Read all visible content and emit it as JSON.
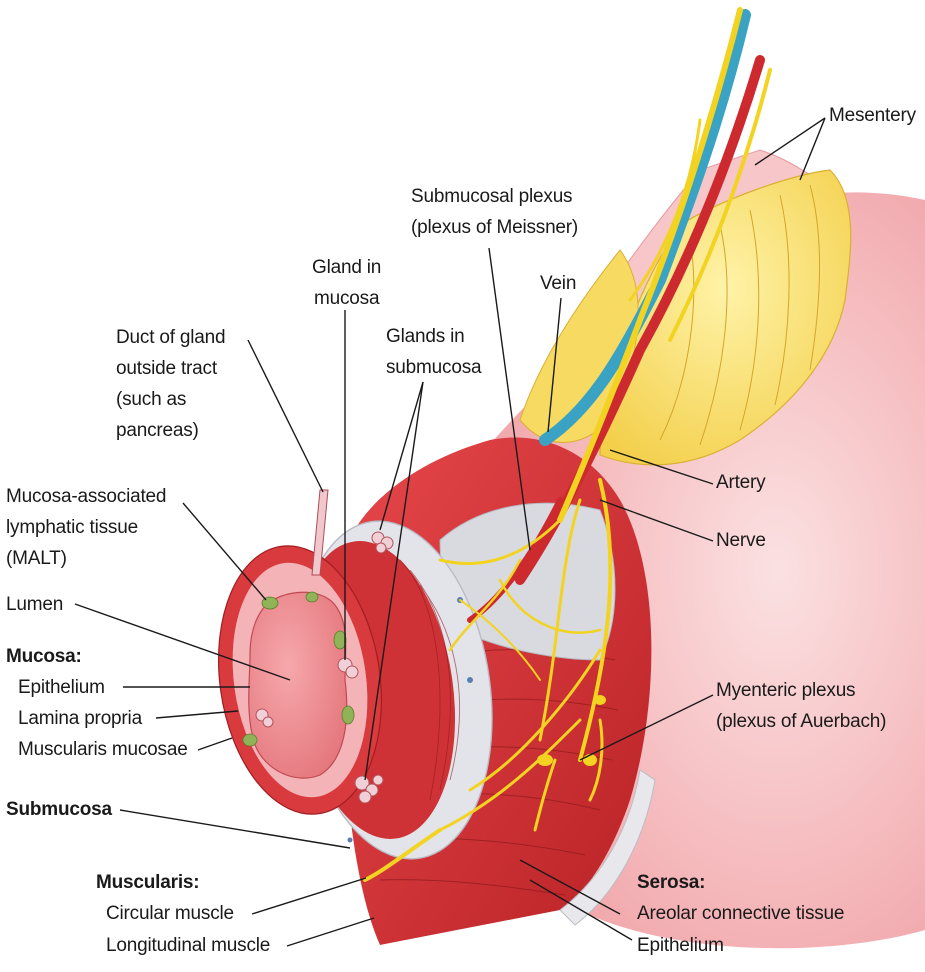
{
  "labels": {
    "mesentery": "Mesentery",
    "submucosal_plexus_1": "Submucosal plexus",
    "submucosal_plexus_2": "(plexus of Meissner)",
    "gland_in_mucosa_1": "Gland in",
    "gland_in_mucosa_2": "mucosa",
    "vein": "Vein",
    "duct_1": "Duct of gland",
    "duct_2": "outside tract",
    "duct_3": "(such as",
    "duct_4": "pancreas)",
    "glands_submucosa_1": "Glands in",
    "glands_submucosa_2": "submucosa",
    "malt_1": "Mucosa-associated",
    "malt_2": "lymphatic tissue",
    "malt_3": "(MALT)",
    "lumen": "Lumen",
    "mucosa_heading": "Mucosa:",
    "epithelium": "Epithelium",
    "lamina_propria": "Lamina propria",
    "muscularis_mucosae": "Muscularis mucosae",
    "artery": "Artery",
    "nerve": "Nerve",
    "myenteric_1": "Myenteric plexus",
    "myenteric_2": "(plexus of Auerbach)",
    "submucosa": "Submucosa",
    "muscularis_heading": "Muscularis:",
    "circular_muscle": "Circular muscle",
    "longitudinal_muscle": "Longitudinal muscle",
    "serosa_heading": "Serosa:",
    "areolar": "Areolar connective tissue",
    "serosa_epithelium": "Epithelium"
  },
  "colors": {
    "muscle_red": "#d9383a",
    "muscle_dark": "#a91f24",
    "pink_tissue": "#f4b4b8",
    "serosa_pink": "#f8c9cb",
    "submucosa_gray": "#dcdde2",
    "nerve_yellow": "#f2d322",
    "fat_yellow": "#f7df6a",
    "vein_blue": "#3aa3c4",
    "artery_red": "#cc2a2f",
    "lumen_pink": "#f08d92",
    "gland_green": "#7fa84a"
  }
}
